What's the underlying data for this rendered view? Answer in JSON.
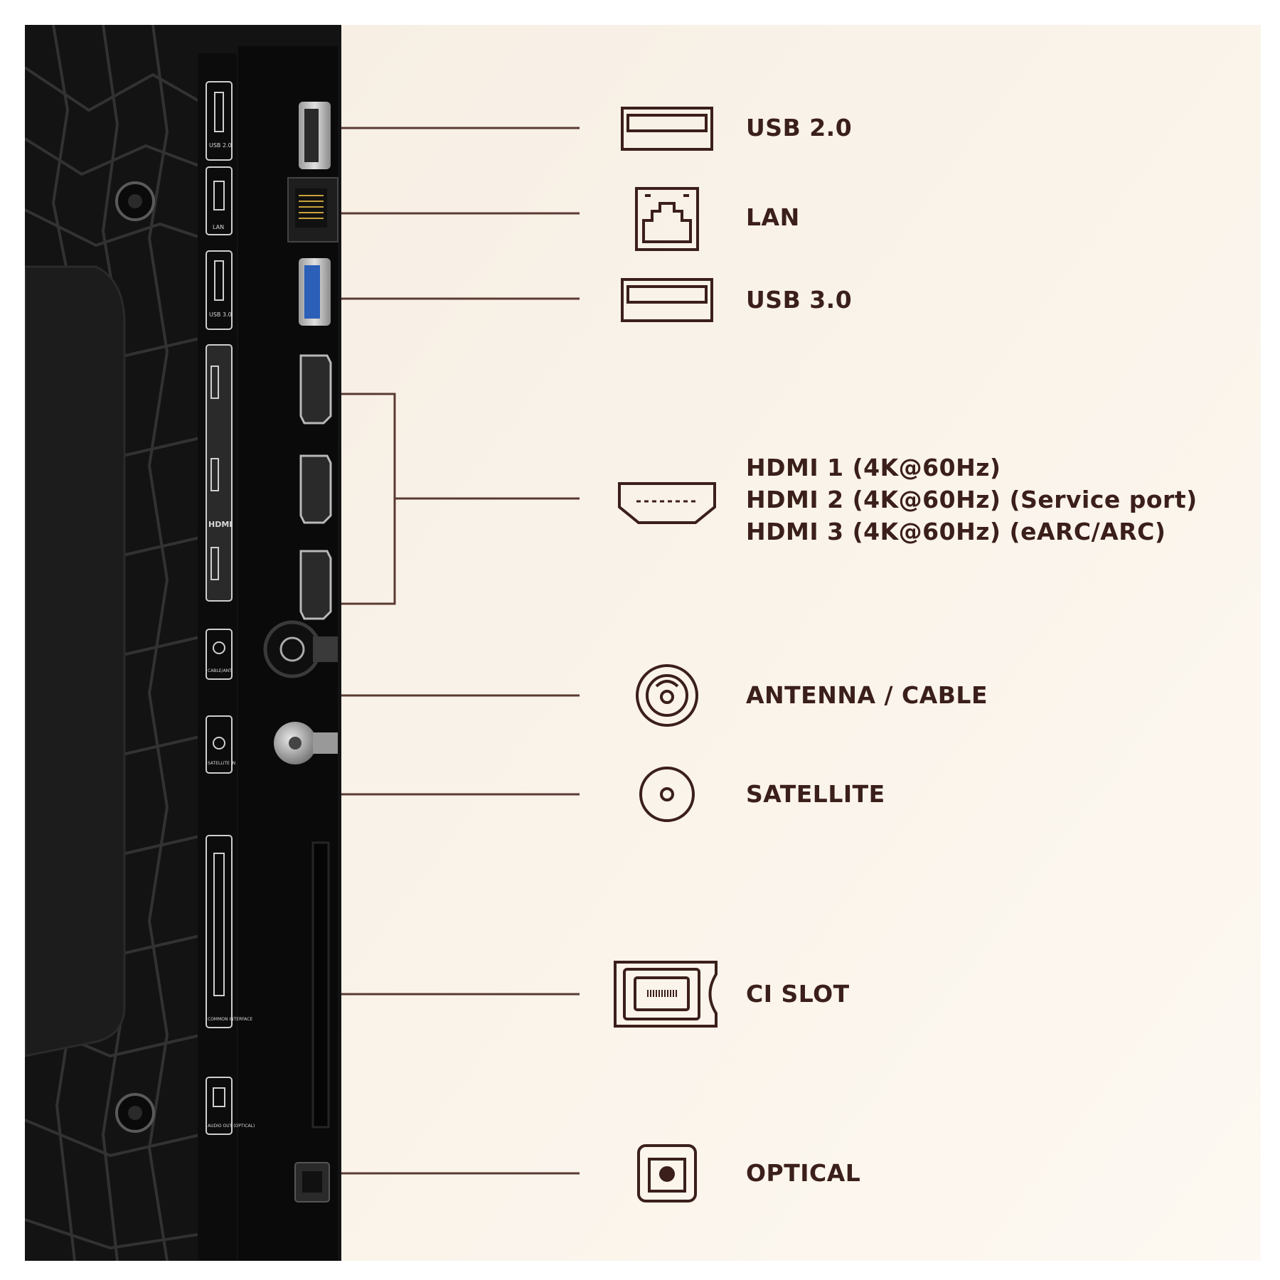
{
  "colors": {
    "ink": "#3b1f1a",
    "panel_bg": "#fbf4ea",
    "tv_back": "#141414"
  },
  "ports": [
    {
      "id": "usb2",
      "icon": "usb-icon",
      "label": "USB 2.0"
    },
    {
      "id": "lan",
      "icon": "lan-icon",
      "label": "LAN"
    },
    {
      "id": "usb3",
      "icon": "usb-icon",
      "label": "USB 3.0"
    },
    {
      "id": "hdmi",
      "icon": "hdmi-icon",
      "labels": [
        "HDMI 1 (4K@60Hz)",
        "HDMI 2 (4K@60Hz) (Service port)",
        "HDMI 3 (4K@60Hz) (eARC/ARC)"
      ]
    },
    {
      "id": "antenna",
      "icon": "antenna-icon",
      "label": "ANTENNA / CABLE"
    },
    {
      "id": "satellite",
      "icon": "satellite-icon",
      "label": "SATELLITE"
    },
    {
      "id": "ci",
      "icon": "ci-slot-icon",
      "label": "CI SLOT"
    },
    {
      "id": "optical",
      "icon": "optical-icon",
      "label": "OPTICAL"
    }
  ],
  "tv_printed_labels": {
    "usb2": "USB 2.0",
    "lan": "LAN",
    "usb3": "USB 3.0",
    "hdmi_logo": "HDMI",
    "cable": "CABLE/ANT",
    "satellite": "SATELLITE IN",
    "common_interface": "COMMON INTERFACE",
    "audio_out": "AUDIO OUT (OPTICAL)"
  }
}
